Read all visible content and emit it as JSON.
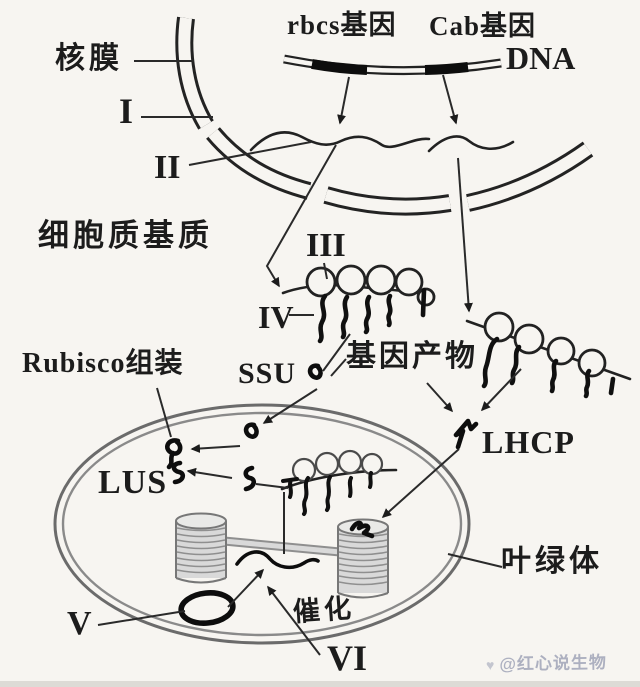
{
  "colors": {
    "paper": "#f7f5f1",
    "ink": "#1c1c1c",
    "membrane_gray": "#6b6b6b",
    "granum_fill": "#d9d9d9",
    "granum_line": "#8f8f8f",
    "watermark": "#9ba0b4"
  },
  "labels": {
    "nuclear_membrane": "核膜",
    "roman_1": "I",
    "roman_2": "II",
    "cytoplasm_matrix": "细胞质基质",
    "roman_3": "III",
    "roman_4": "IV",
    "rubisco_assembly": "Rubisco组装",
    "ssu": "SSU",
    "gene_product": "基因产物",
    "lus": "LUS",
    "lhcp": "LHCP",
    "rbcs_gene": "rbcs基因",
    "cab_gene": "Cab基因",
    "dna": "DNA",
    "chloroplast": "叶绿体",
    "roman_5": "V",
    "catalyze": "催化",
    "roman_6": "VI"
  },
  "watermark": {
    "icon": "♥",
    "text": "@红心说生物"
  }
}
